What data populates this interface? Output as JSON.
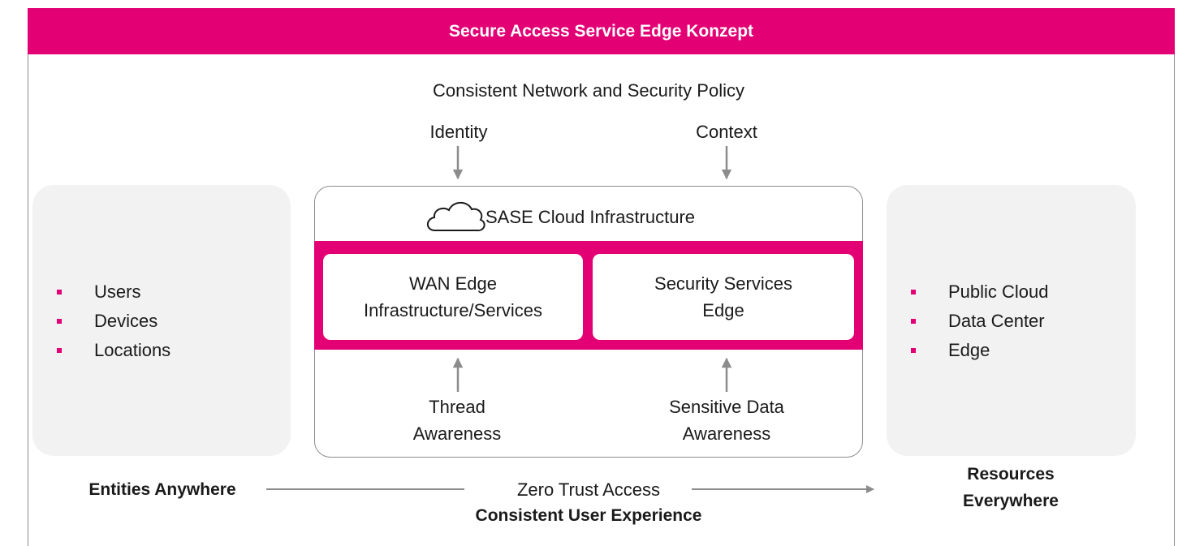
{
  "title": "Secure Access Service Edge Konzept",
  "policy": "Consistent Network and Security Policy",
  "inputs_top": {
    "identity": "Identity",
    "context": "Context"
  },
  "cloud": {
    "icon": "cloud-icon",
    "label": "SASE Cloud Infrastructure"
  },
  "wan_edge": {
    "line1": "WAN Edge",
    "line2": "Infrastructure/Services"
  },
  "security_edge": {
    "line1": "Security Services",
    "line2": "Edge"
  },
  "inputs_bottom": {
    "thread": {
      "line1": "Thread",
      "line2": "Awareness"
    },
    "sensitive": {
      "line1": "Sensitive Data",
      "line2": "Awareness"
    }
  },
  "left_panel": {
    "items": [
      "Users",
      "Devices",
      "Locations"
    ]
  },
  "right_panel": {
    "items": [
      "Public Cloud",
      "Data Center",
      "Edge"
    ]
  },
  "entities_label": "Entities Anywhere",
  "resources_label": {
    "line1": "Resources",
    "line2": "Everywhere"
  },
  "zero_trust": "Zero Trust Access",
  "experience": "Consistent User Experience",
  "colors": {
    "accent": "#e20074",
    "panel": "#f2f2f2",
    "line": "#8c8c8c"
  }
}
